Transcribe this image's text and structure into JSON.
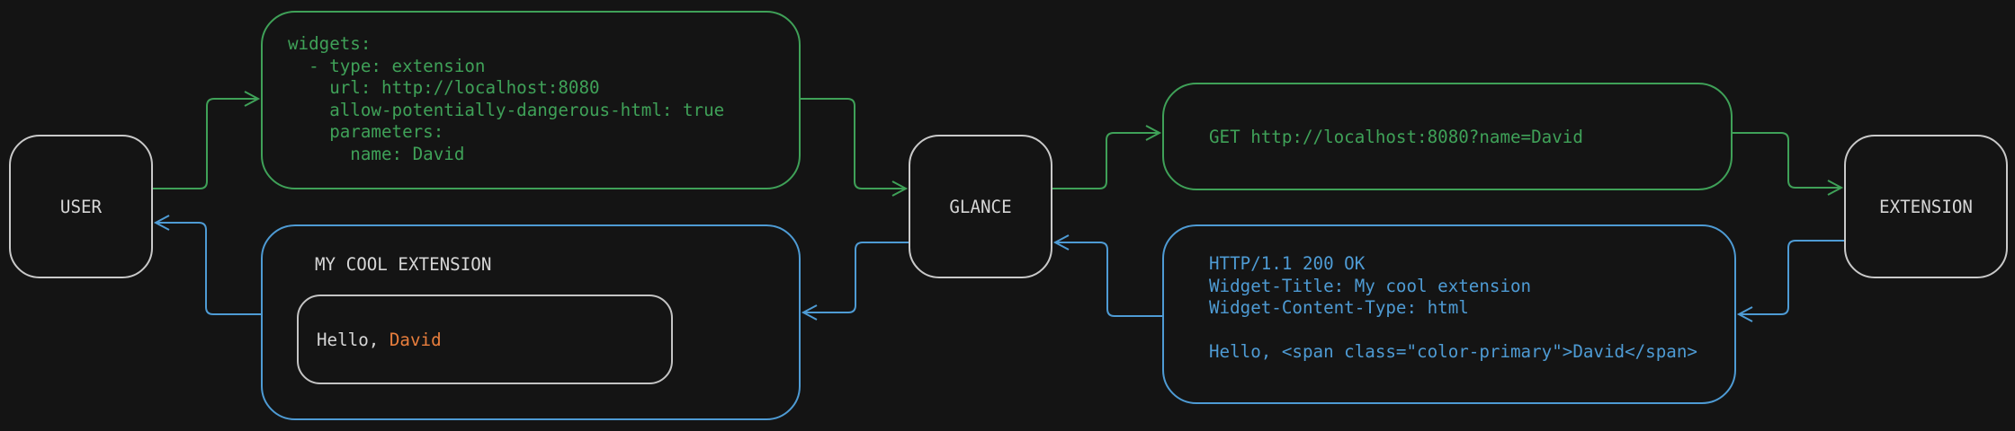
{
  "colors": {
    "c-bg": "#141414",
    "c-green": "#3fa158",
    "c-blue": "#4e9bd4",
    "c-orange": "#e87e3d",
    "c-text": "#d6d6d6",
    "c-node-border": "#c9c9c9",
    "c-inner-border": "#c4c4c4"
  },
  "nodes": {
    "user": "USER",
    "glance": "GLANCE",
    "extension": "EXTENSION"
  },
  "config_box": {
    "code": "widgets:\n  - type: extension\n    url: http://localhost:8080\n    allow-potentially-dangerous-html: true\n    parameters:\n      name: David"
  },
  "request_box": {
    "text": "GET http://localhost:8080?name=David"
  },
  "response_box": {
    "code": "HTTP/1.1 200 OK\nWidget-Title: My cool extension\nWidget-Content-Type: html\n\nHello, <span class=\"color-primary\">David</span>"
  },
  "widget_box": {
    "title": "MY COOL EXTENSION",
    "greeting_prefix": "Hello, ",
    "greeting_name": "David"
  }
}
